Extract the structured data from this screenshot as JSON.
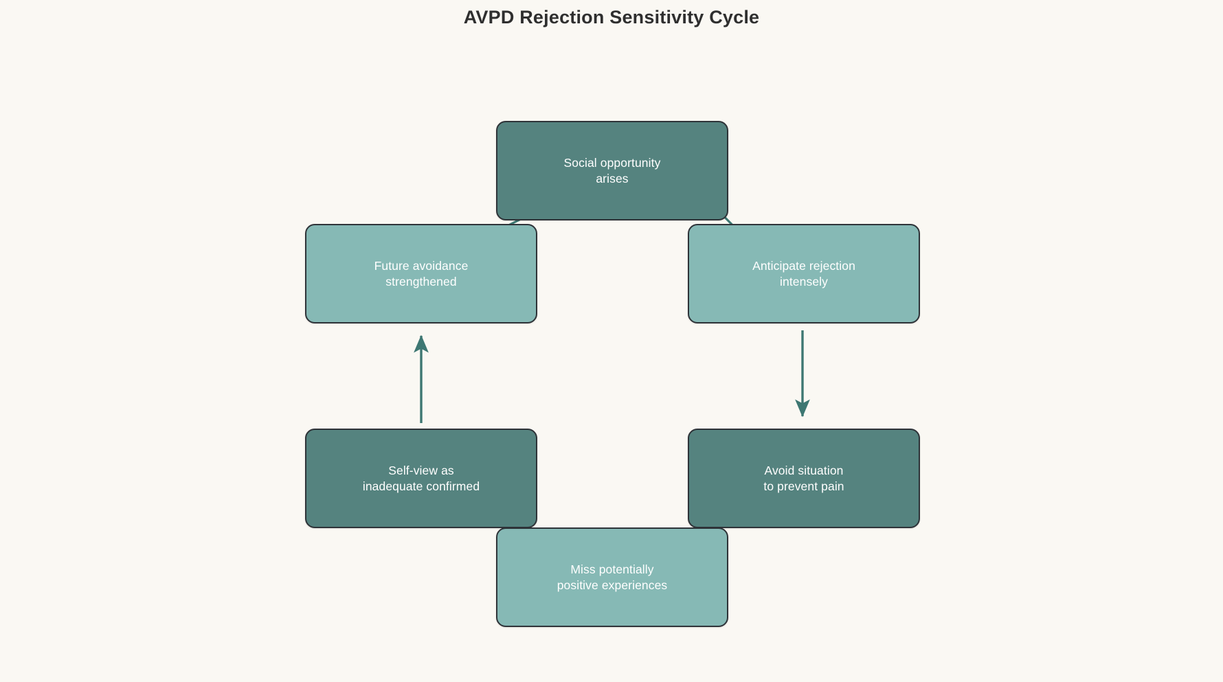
{
  "diagram": {
    "title": "AVPD Rejection Sensitivity Cycle",
    "type": "cycle-flowchart",
    "background_color": "#faf8f3",
    "title_color": "#2f2f2f",
    "edge_color": "#3d7772",
    "node_border_color": "#2e3338",
    "node_text_color": "#ffffff",
    "palette": {
      "dark_teal": "#55837f",
      "light_teal": "#86b9b5"
    },
    "nodes": [
      {
        "id": "social-opportunity-arises",
        "label": "Social opportunity\narises",
        "line1": "Social opportunity",
        "line2": "arises",
        "tone": "dark",
        "position": "top"
      },
      {
        "id": "anticipate-rejection-intensely",
        "label": "Anticipate rejection\nintensely",
        "line1": "Anticipate rejection",
        "line2": "intensely",
        "tone": "light",
        "position": "right-upper"
      },
      {
        "id": "avoid-situation-to-prevent-pain",
        "label": "Avoid situation\nto prevent pain",
        "line1": "Avoid situation",
        "line2": "to prevent pain",
        "tone": "dark",
        "position": "right-lower"
      },
      {
        "id": "miss-potentially-positive-experiences",
        "label": "Miss potentially\npositive experiences",
        "line1": "Miss potentially",
        "line2": "positive experiences",
        "tone": "light",
        "position": "bottom"
      },
      {
        "id": "self-view-as-inadequate-confirmed",
        "label": "Self-view as\ninadequate confirmed",
        "line1": "Self-view as",
        "line2": "inadequate confirmed",
        "tone": "dark",
        "position": "left-lower"
      },
      {
        "id": "future-avoidance-strengthened",
        "label": "Future avoidance\nstrengthened",
        "line1": "Future avoidance",
        "line2": "strengthened",
        "tone": "light",
        "position": "left-upper"
      }
    ],
    "edges": [
      {
        "id": "edge-1",
        "from": "social-opportunity-arises",
        "to": "anticipate-rejection-intensely",
        "label": "",
        "style": "diagonal-arrow"
      },
      {
        "id": "edge-2",
        "from": "anticipate-rejection-intensely",
        "to": "avoid-situation-to-prevent-pain",
        "label": "",
        "style": "vertical-arrow"
      },
      {
        "id": "edge-3",
        "from": "avoid-situation-to-prevent-pain",
        "to": "miss-potentially-positive-experiences",
        "label": "",
        "style": "diagonal-arrow"
      },
      {
        "id": "edge-4",
        "from": "miss-potentially-positive-experiences",
        "to": "self-view-as-inadequate-confirmed",
        "label": "",
        "style": "diagonal-arrow"
      },
      {
        "id": "edge-5",
        "from": "self-view-as-inadequate-confirmed",
        "to": "future-avoidance-strengthened",
        "label": "",
        "style": "vertical-arrow"
      },
      {
        "id": "edge-6",
        "from": "future-avoidance-strengthened",
        "to": "social-opportunity-arises",
        "label": "",
        "style": "diagonal-arrow"
      }
    ]
  }
}
